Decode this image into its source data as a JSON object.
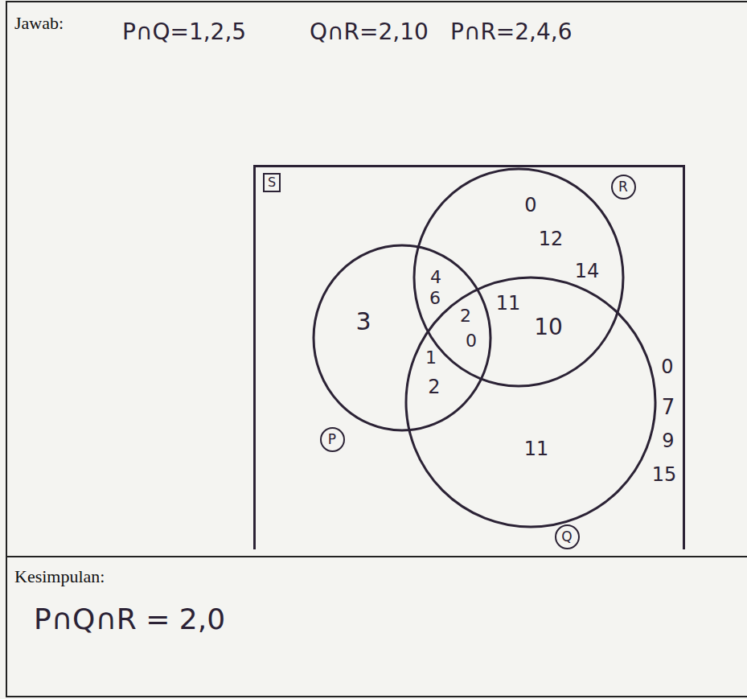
{
  "diagram": {
    "nodes": [
      {
        "text": [
          "S"
        ]
      },
      {
        "text": [
          "R"
        ],
        "in": 0
      },
      {
        "text": [
          "P"
        ],
        "in": 0
      },
      {
        "text": [
          "Q"
        ],
        "in": 0
      }
    ],
    "labels": [
      "Jawab:",
      "P∩Q=1,2,5",
      "Q∩R=2,10",
      "P∩R=2,4,6",
      "0",
      "12",
      "14",
      "4",
      "6",
      "3",
      "11",
      "10",
      "2",
      "0",
      "1",
      "2",
      "11",
      "0",
      "7",
      "9",
      "15",
      "Kesimpulan:",
      "P∩Q∩R = 2,0"
    ]
  }
}
